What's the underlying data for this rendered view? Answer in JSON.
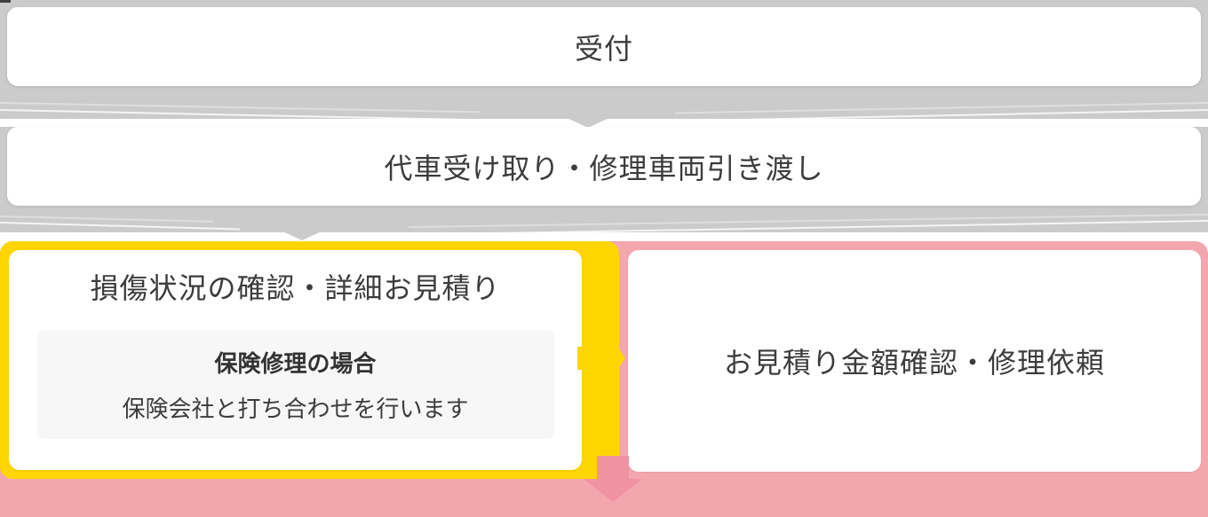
{
  "diagram": {
    "type": "vertical-process-flowchart",
    "steps": {
      "reception": {
        "label": "受付"
      },
      "handover": {
        "label": "代車受け取り・修理車両引き渡し"
      },
      "damage_estimate": {
        "title": "損傷状況の確認・詳細お見積り",
        "insurance_note": {
          "title": "保険修理の場合",
          "body": "保険会社と打ち合わせを行います"
        }
      },
      "estimate_confirm": {
        "label": "お見積り金額確認・修理依頼"
      }
    },
    "icons": {
      "flow_arrow_1": "chevron-down",
      "flow_arrow_2": "chevron-down",
      "flow_arrow_right": "triangle-right",
      "flow_arrow_next": "arrow-down"
    },
    "colors": {
      "gray_panel": "#cbcbcb",
      "yellow_panel": "#ffd500",
      "pink_panel": "#f4a6af",
      "pink_arrow": "#ef93a2",
      "note_background": "#f7f7f7",
      "box_background": "#ffffff",
      "text": "#3c3c3c"
    }
  }
}
